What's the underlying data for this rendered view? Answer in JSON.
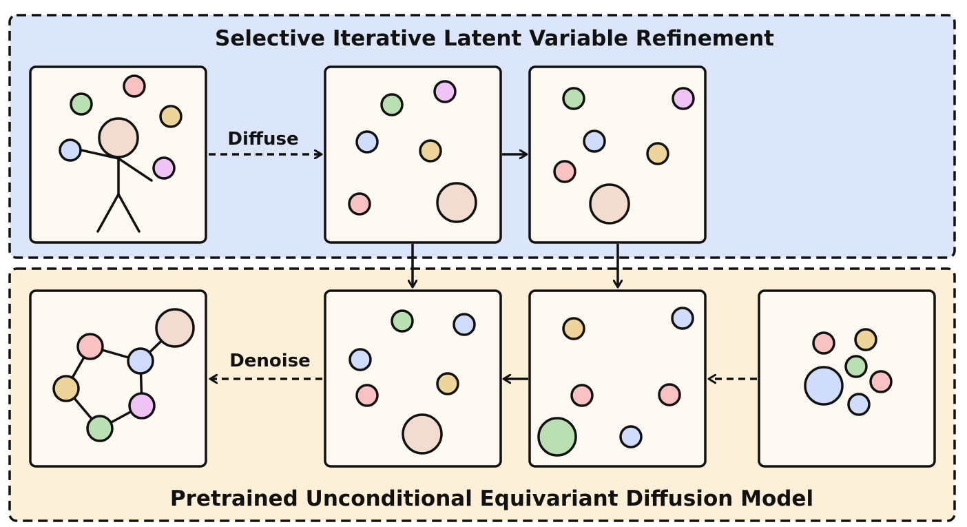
{
  "top_region": {
    "title": "Selective Iterative Latent Variable Refinement",
    "fill": "#dce6fa"
  },
  "bottom_region": {
    "title": "Pretrained Unconditional Equivariant Diffusion Model",
    "fill": "#fdf0d8"
  },
  "edges": {
    "diffuse_label": "Diffuse",
    "denoise_label": "Denoise"
  },
  "colors": {
    "panel_fill": "#fdf8f1",
    "stroke": "#111111",
    "atom_green": "#b9dfb3",
    "atom_pink": "#f8c2c2",
    "atom_orange": "#ecd49b",
    "atom_blue": "#cfdcfb",
    "atom_purple": "#efc4f5",
    "atom_beige": "#f2dcd0"
  },
  "panels": [
    {
      "id": "panel-stick-figure",
      "content": "stick-figure-molecule"
    },
    {
      "id": "panel-noised-1",
      "content": "scattered-atoms"
    },
    {
      "id": "panel-noised-2",
      "content": "scattered-atoms"
    },
    {
      "id": "panel-generated-molecule",
      "content": "ring-molecule"
    },
    {
      "id": "panel-denoise-1",
      "content": "scattered-atoms"
    },
    {
      "id": "panel-denoise-2",
      "content": "scattered-atoms"
    },
    {
      "id": "panel-noise-sample",
      "content": "clustered-atoms"
    }
  ]
}
